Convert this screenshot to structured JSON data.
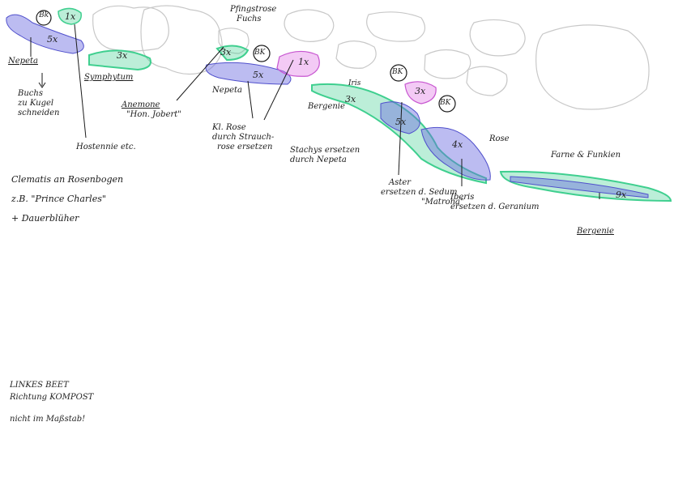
{
  "colors": {
    "nepeta": "#6a6ae0",
    "green": "#3fcf8f",
    "pink": "#e07be6",
    "ink": "#1a1a1a",
    "outline": "#c8c8c8"
  },
  "labels": {
    "nepeta_left": "Nepeta",
    "buchs_note": [
      "Buchs",
      "zu Kugel",
      "schneiden"
    ],
    "symphytum": "Symphytum",
    "hostennie": "Hostennie etc.",
    "clematis": [
      "Clematis an Rosenbogen",
      "z.B. \"Prince Charles\"",
      "+ Dauerblüher"
    ],
    "pfingstrose": [
      "Pfingstrose",
      "Fuchs"
    ],
    "anemone": "Anemone",
    "anemone_variety": "\"Hon. Jobert\"",
    "nepeta_center": "Nepeta",
    "kl_rose": [
      "Kl. Rose",
      "durch Strauch-",
      "rose ersetzen"
    ],
    "stachys": [
      "Stachys ersetzen",
      "durch Nepeta"
    ],
    "bergenie_mid": "Bergenie",
    "iris": "Iris",
    "aster": [
      "Aster",
      "ersetzen d. Sedum",
      "\"Matrona\""
    ],
    "iberis": [
      "Iberis",
      "ersetzen d. Geranium"
    ],
    "rose": "Rose",
    "farne": "Farne & Funkien",
    "bergenie_right": "Bergenie"
  },
  "counts": {
    "bk_1": "Bk",
    "bk_2": "BK",
    "bk_3": "BK",
    "bk_4": "BK",
    "c_1x_a": "1x",
    "c_5x_a": "5x",
    "c_3x_a": "3x",
    "c_3x_b": "3x",
    "c_5x_b": "5x",
    "c_1x_b": "1x",
    "c_3x_c": "3x",
    "c_3x_d": "3x",
    "c_5x_c": "5x",
    "c_4x": "4x",
    "c_9x": "9x"
  },
  "notes": {
    "line_1": "LINKES BEET",
    "line_2": "Richtung KOMPOST",
    "line_3": "nicht im Maßstab!"
  }
}
